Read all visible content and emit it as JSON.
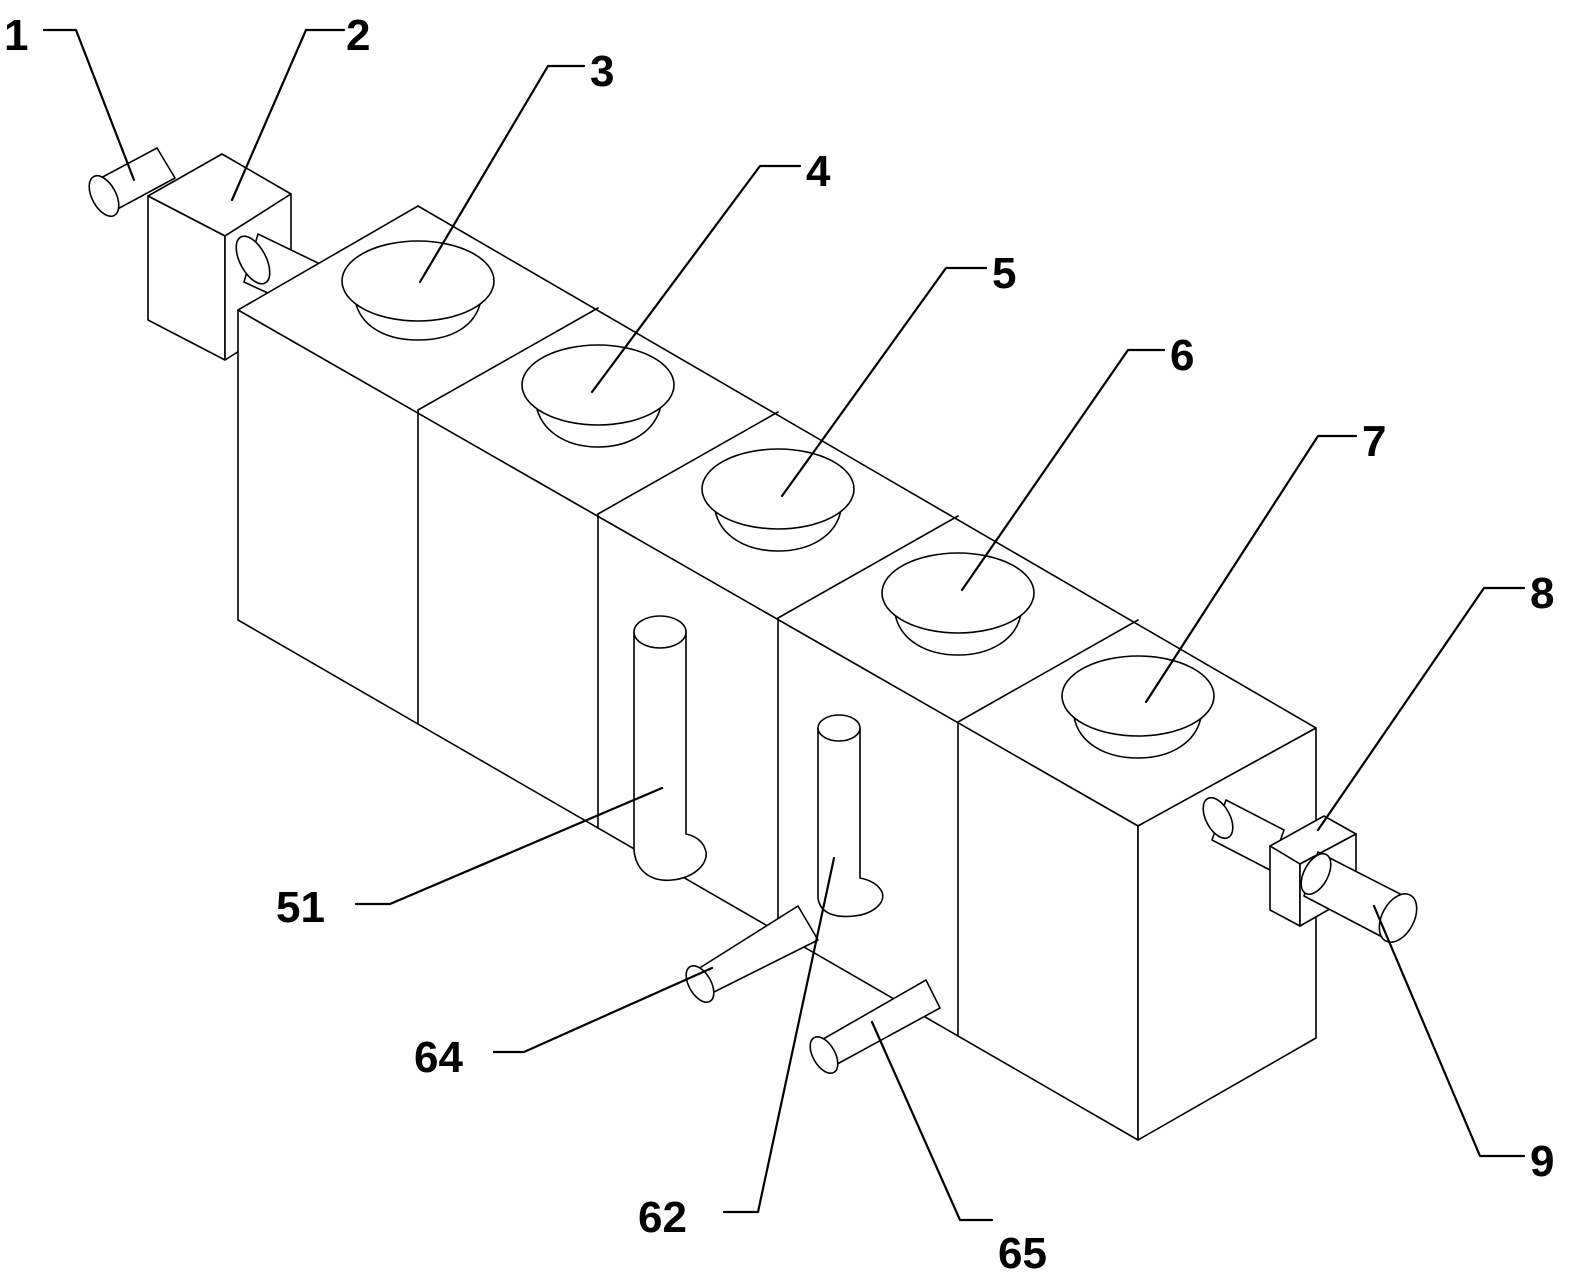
{
  "labels": {
    "l1": "1",
    "l2": "2",
    "l3": "3",
    "l4": "4",
    "l5": "5",
    "l6": "6",
    "l7": "7",
    "l8": "8",
    "l9": "9",
    "l51": "51",
    "l62": "62",
    "l64": "64",
    "l65": "65"
  }
}
